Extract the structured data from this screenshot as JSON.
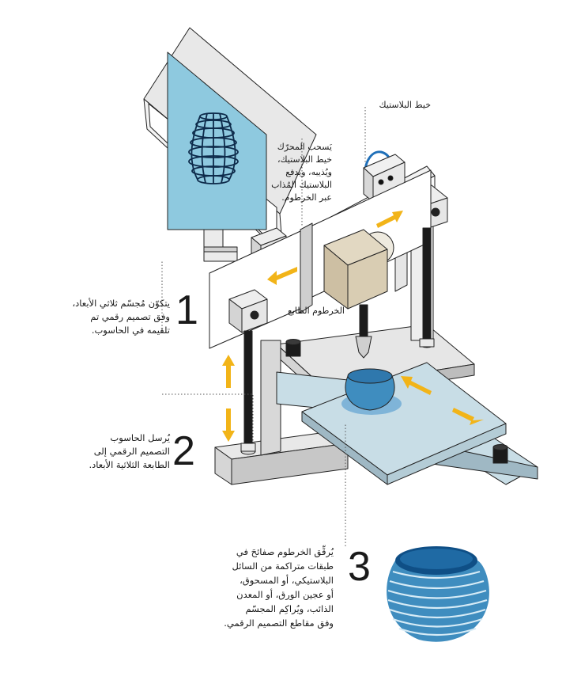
{
  "colors": {
    "screen": "#8ec9df",
    "wire": "#0d2a4a",
    "platform": "#c8dde6",
    "platform_side": "#9fb8c4",
    "frame": "#e6e6e6",
    "frame_side": "#bdbdbd",
    "rod": "#1b1b1b",
    "arrow": "#f2b418",
    "motor": "#d4c6a8",
    "object": "#3f8dbf",
    "object_dark": "#0f4f86",
    "tube": "#1f6fb8"
  },
  "labels": {
    "filament": "خيط البلاستيك",
    "motor": "يَسحب المحرّك\nخيط البلاستيك،\nويُذيبه، ويدفع\nالبلاستيك المُذاب\nعبر الخرطوم.",
    "nozzle": "الخرطوم الطابع",
    "step1": "يتكوّن مُجسّم ثلاثي الأبعاد،\nوفق تصميم رقمي تم\nتلقيمه في الحاسوب.",
    "step2": "يُرسل الحاسوب\nالتصميم الرقمي إلى\nالطابعة الثلاثية الأبعاد.",
    "step3": "يُرقِّق الخرطوم صفائحَ في\nطبقات متراكمة من السائل\nالبلاستيكي، أو المسحوق،\nأو عجين الورق، أو المعدن\nالذائب، ويُراكِم المجسّم\nوفق مقاطع التصميم الرقمي."
  },
  "steps": {
    "n1": "1",
    "n2": "2",
    "n3": "3"
  }
}
